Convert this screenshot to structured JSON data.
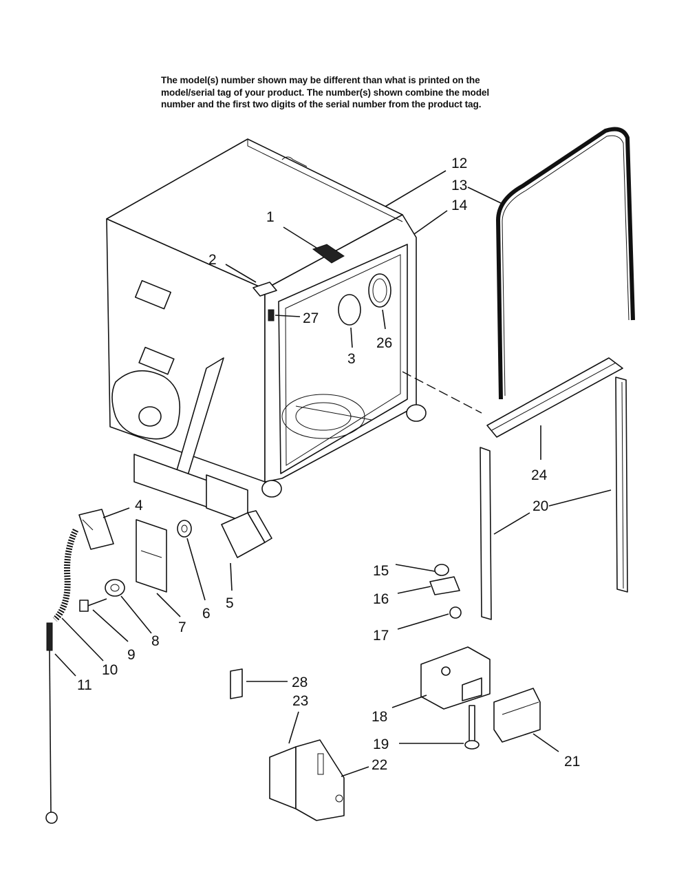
{
  "note": {
    "line1": "The model(s) number shown may be different than what is printed on the",
    "line2": "model/serial tag of your product. The number(s) shown combine the model",
    "line3": "number and the first two digits of the serial number from the product tag."
  },
  "callouts": [
    "1",
    "2",
    "3",
    "4",
    "5",
    "6",
    "7",
    "8",
    "9",
    "10",
    "11",
    "12",
    "13",
    "14",
    "15",
    "16",
    "17",
    "18",
    "19",
    "20",
    "21",
    "22",
    "23",
    "24",
    "26",
    "27",
    "28"
  ]
}
